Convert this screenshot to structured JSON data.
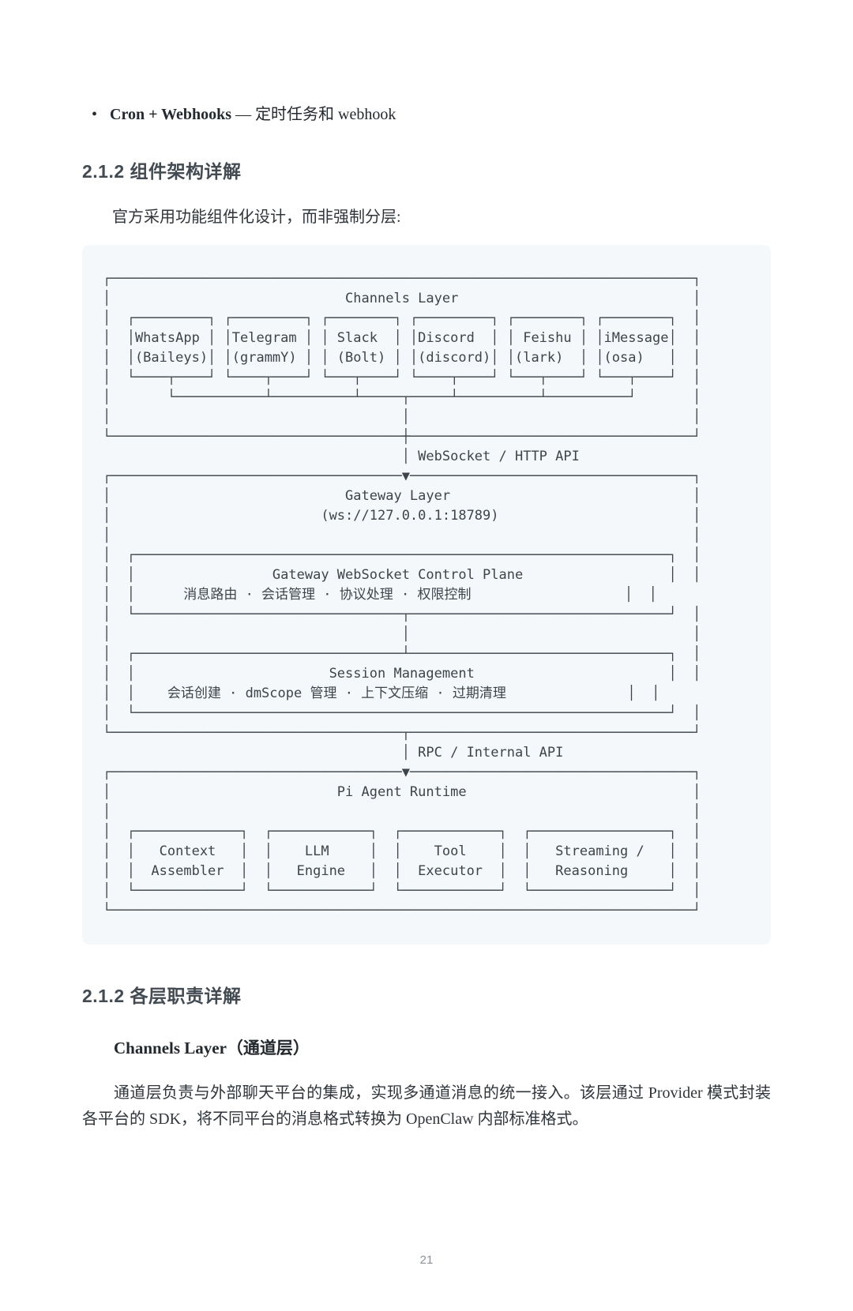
{
  "content": {
    "bullet_strong": "Cron + Webhooks",
    "bullet_text": " — 定时任务和 webhook",
    "heading_architecture": "2.1.2 组件架构详解",
    "intro": "官方采用功能组件化设计，而非强制分层:",
    "heading_responsibilities": "2.1.2 各层职责详解",
    "subheading_channels": "Channels Layer（通道层）",
    "paragraph_channels": "通道层负责与外部聊天平台的集成，实现多通道消息的统一接入。该层通过 Provider 模式封装各平台的 SDK，将不同平台的消息格式转换为 OpenClaw 内部标准格式。",
    "page_number": "21"
  },
  "diagram": {
    "layers": [
      {
        "name": "Channels Layer",
        "components": [
          "WhatsApp (Baileys)",
          "Telegram (grammY)",
          "Slack (Bolt)",
          "Discord (discord)",
          "Feishu (lark)",
          "iMessage (osa)"
        ]
      },
      {
        "name": "Gateway Layer",
        "address": "(ws://127.0.0.1:18789)",
        "components": [
          {
            "name": "Gateway WebSocket Control Plane",
            "detail": "消息路由 · 会话管理 · 协议处理 · 权限控制"
          },
          {
            "name": "Session Management",
            "detail": "会话创建 · dmScope 管理 · 上下文压缩 · 过期清理"
          }
        ]
      },
      {
        "name": "Pi Agent Runtime",
        "components": [
          "Context Assembler",
          "LLM Engine",
          "Tool Executor",
          "Streaming / Reasoning"
        ]
      }
    ],
    "connectors": [
      "WebSocket / HTTP API",
      "RPC / Internal API"
    ],
    "lines": [
      "┌────────────────────────────────────────────────────────────────────────┐",
      "│                             Channels Layer                             │",
      "│  ┌─────────┐ ┌─────────┐ ┌────────┐ ┌─────────┐ ┌────────┐ ┌────────┐  │",
      "│  │WhatsApp │ │Telegram │ │ Slack  │ │Discord  │ │ Feishu │ │iMessage│  │",
      "│  │(Baileys)│ │(grammY) │ │ (Bolt) │ │(discord)│ │(lark)  │ │(osa)   │  │",
      "│  └────┬────┘ └────┬────┘ └───┬────┘ └────┬────┘ └───┬────┘ └───┬────┘  │",
      "│       └───────────┴──────────┴─────┬─────┴──────────┴──────────┘       │",
      "│                                    │                                   │",
      "└────────────────────────────────────┼───────────────────────────────────┘",
      "                                     │ WebSocket / HTTP API",
      "┌────────────────────────────────────▼───────────────────────────────────┐",
      "│                             Gateway Layer                              │",
      "│                          (ws://127.0.0.1:18789)                        │",
      "│                                                                        │",
      "│  ┌──────────────────────────────────────────────────────────────────┐  │",
      "│  │                 Gateway WebSocket Control Plane                  │  │",
      "│  │      消息路由 · 会话管理 · 协议处理 · 权限控制                   │  │",
      "│  └─────────────────────────────────┬────────────────────────────────┘  │",
      "│                                    │                                   │",
      "│  ┌─────────────────────────────────┴────────────────────────────────┐  │",
      "│  │                        Session Management                        │  │",
      "│  │    会话创建 · dmScope 管理 · 上下文压缩 · 过期清理               │  │",
      "│  └──────────────────────────────────────────────────────────────────┘  │",
      "└────────────────────────────────────┬───────────────────────────────────┘",
      "                                     │ RPC / Internal API",
      "┌────────────────────────────────────▼───────────────────────────────────┐",
      "│                            Pi Agent Runtime                            │",
      "│                                                                        │",
      "│  ┌─────────────┐  ┌────────────┐  ┌────────────┐  ┌─────────────────┐  │",
      "│  │   Context   │  │    LLM     │  │    Tool    │  │   Streaming /   │  │",
      "│  │  Assembler  │  │   Engine   │  │  Executor  │  │   Reasoning     │  │",
      "│  └─────────────┘  └────────────┘  └────────────┘  └─────────────────┘  │",
      "└────────────────────────────────────────────────────────────────────────┘"
    ]
  },
  "colors": {
    "page_background": "#ffffff",
    "codeblock_background": "#f5f8fa",
    "heading_text": "#434b52",
    "body_text": "#2f353a",
    "diagram_text": "#3d444b",
    "page_number_text": "#8b9197"
  }
}
